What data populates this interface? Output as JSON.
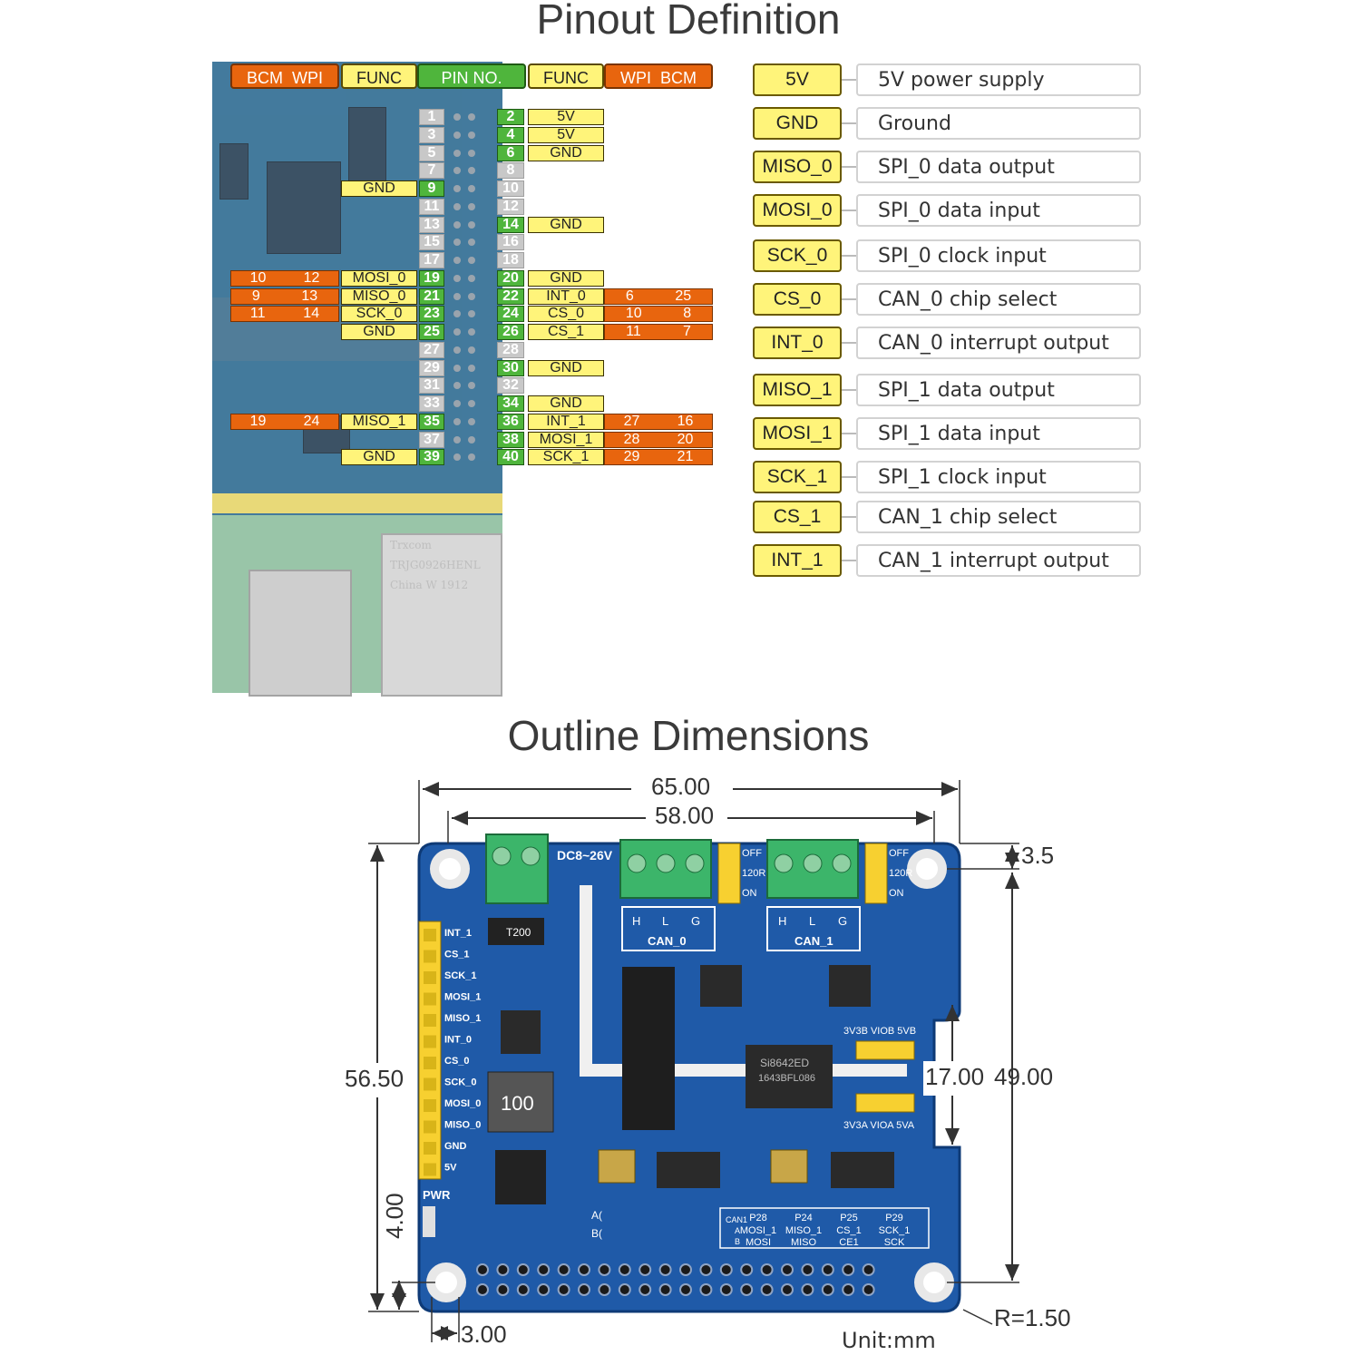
{
  "titles": {
    "pinout": "Pinout Definition",
    "outline": "Outline Dimensions"
  },
  "header": {
    "bcm_wpi_left": [
      "BCM",
      "WPI"
    ],
    "func_left": "FUNC",
    "pin_no": "PIN NO.",
    "func_right": "FUNC",
    "wpi_bcm_right": [
      "WPI",
      "BCM"
    ]
  },
  "pins_left": [
    {
      "pin": "1"
    },
    {
      "pin": "3"
    },
    {
      "pin": "5"
    },
    {
      "pin": "7"
    },
    {
      "pin": "9",
      "func": "GND"
    },
    {
      "pin": "11"
    },
    {
      "pin": "13"
    },
    {
      "pin": "15"
    },
    {
      "pin": "17"
    },
    {
      "pin": "19",
      "func": "MOSI_0",
      "bcm": "10",
      "wpi": "12"
    },
    {
      "pin": "21",
      "func": "MISO_0",
      "bcm": "9",
      "wpi": "13"
    },
    {
      "pin": "23",
      "func": "SCK_0",
      "bcm": "11",
      "wpi": "14"
    },
    {
      "pin": "25",
      "func": "GND"
    },
    {
      "pin": "27"
    },
    {
      "pin": "29"
    },
    {
      "pin": "31"
    },
    {
      "pin": "33"
    },
    {
      "pin": "35",
      "func": "MISO_1",
      "bcm": "19",
      "wpi": "24"
    },
    {
      "pin": "37"
    },
    {
      "pin": "39",
      "func": "GND"
    }
  ],
  "pins_right": [
    {
      "pin": "2",
      "func": "5V"
    },
    {
      "pin": "4",
      "func": "5V"
    },
    {
      "pin": "6",
      "func": "GND"
    },
    {
      "pin": "8"
    },
    {
      "pin": "10"
    },
    {
      "pin": "12"
    },
    {
      "pin": "14",
      "func": "GND"
    },
    {
      "pin": "16"
    },
    {
      "pin": "18"
    },
    {
      "pin": "20",
      "func": "GND"
    },
    {
      "pin": "22",
      "func": "INT_0",
      "wpi": "6",
      "bcm": "25"
    },
    {
      "pin": "24",
      "func": "CS_0",
      "wpi": "10",
      "bcm": "8"
    },
    {
      "pin": "26",
      "func": "CS_1",
      "wpi": "11",
      "bcm": "7"
    },
    {
      "pin": "28"
    },
    {
      "pin": "30",
      "func": "GND"
    },
    {
      "pin": "32"
    },
    {
      "pin": "34",
      "func": "GND"
    },
    {
      "pin": "36",
      "func": "INT_1",
      "wpi": "27",
      "bcm": "16"
    },
    {
      "pin": "38",
      "func": "MOSI_1",
      "wpi": "28",
      "bcm": "20"
    },
    {
      "pin": "40",
      "func": "SCK_1",
      "wpi": "29",
      "bcm": "21"
    }
  ],
  "legend": [
    {
      "key": "5V",
      "desc": "5V power supply"
    },
    {
      "key": "GND",
      "desc": "Ground"
    },
    {
      "key": "MISO_0",
      "desc": "SPI_0 data output"
    },
    {
      "key": "MOSI_0",
      "desc": "SPI_0 data input"
    },
    {
      "key": "SCK_0",
      "desc": "SPI_0 clock input"
    },
    {
      "key": "CS_0",
      "desc": "CAN_0 chip select"
    },
    {
      "key": "INT_0",
      "desc": "CAN_0 interrupt output"
    },
    {
      "key": "MISO_1",
      "desc": "SPI_1 data output"
    },
    {
      "key": "MOSI_1",
      "desc": "SPI_1 data input"
    },
    {
      "key": "SCK_1",
      "desc": "SPI_1 clock input"
    },
    {
      "key": "CS_1",
      "desc": "CAN_1 chip select"
    },
    {
      "key": "INT_1",
      "desc": "CAN_1 interrupt output"
    }
  ],
  "board_photo": {
    "eth_text": [
      "Trxcom",
      "TRJG0926HENL",
      "China W 1912"
    ]
  },
  "dimensions": {
    "width_total": "65.00",
    "hole_spacing_x": "58.00",
    "top_offset": "3.5",
    "height_total": "56.50",
    "hole_spacing_y": "49.00",
    "inner": "17.00",
    "bottom_offset": "4.00",
    "left_offset": "3.00",
    "corner_radius": "R=1.50",
    "unit": "Unit:mm"
  },
  "pcb": {
    "power_label": "DC8~26V",
    "can0_label": "CAN_0",
    "can1_label": "CAN_1",
    "hlg": [
      "H",
      "L",
      "G"
    ],
    "jumper_top": [
      "OFF",
      "120R",
      "ON"
    ],
    "vio_top": "3V3B VIOB 5VB",
    "vio_bottom": "3V3A VIOA 5VA",
    "side_pins": [
      "INT_1",
      "CS_1",
      "SCK_1",
      "MOSI_1",
      "MISO_1",
      "INT_0",
      "CS_0",
      "SCK_0",
      "MOSI_0",
      "MISO_0",
      "GND",
      "5V"
    ],
    "pwr_label": "PWR",
    "inductor": "100",
    "chip_main": "Si8642ED",
    "chip_main_2": "1643BFL086",
    "t200": "T200",
    "table_headers": [
      "P28",
      "P24",
      "P25",
      "P29"
    ],
    "table_row_a": [
      "MOSI_1",
      "MISO_1",
      "CS_1",
      "SCK_1"
    ],
    "table_row_b": [
      "MOSI",
      "MISO",
      "CE1",
      "SCK"
    ],
    "table_side": [
      "CAN1",
      "A",
      "B"
    ],
    "ac_bc": [
      "A(",
      "B("
    ]
  },
  "colors": {
    "pcb_blue": "#1f5aa8",
    "orange": "#e8650e",
    "yellow": "#fff47a",
    "green": "#4fb53c",
    "terminal_green": "#3cb56a"
  }
}
